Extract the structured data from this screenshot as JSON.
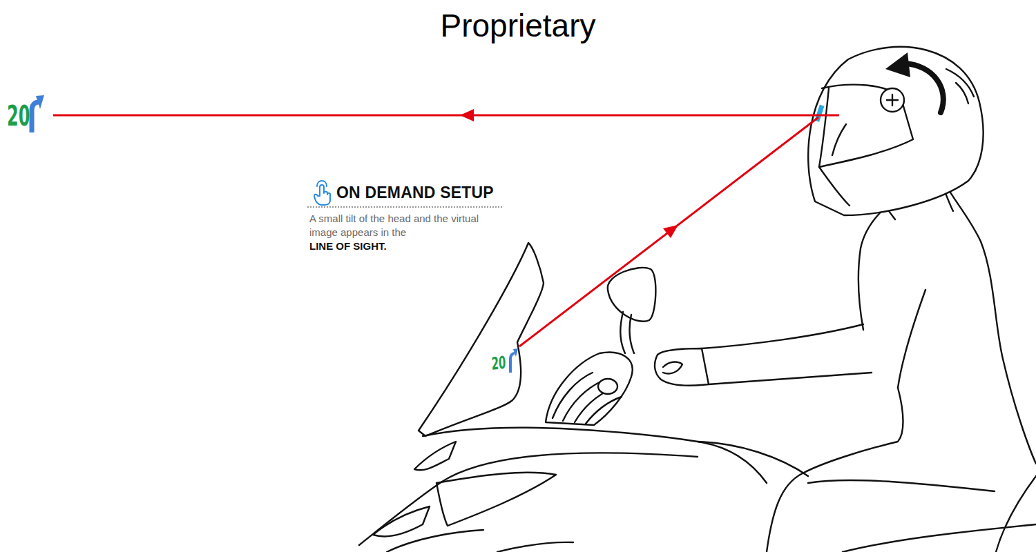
{
  "diagram": {
    "title": "Proprietary",
    "labels": [
      "20",
      "ON DEMAND SETUP",
      "A small tilt of the head and the virtual image appears in the",
      "LINE OF SIGHT.",
      "20"
    ]
  }
}
